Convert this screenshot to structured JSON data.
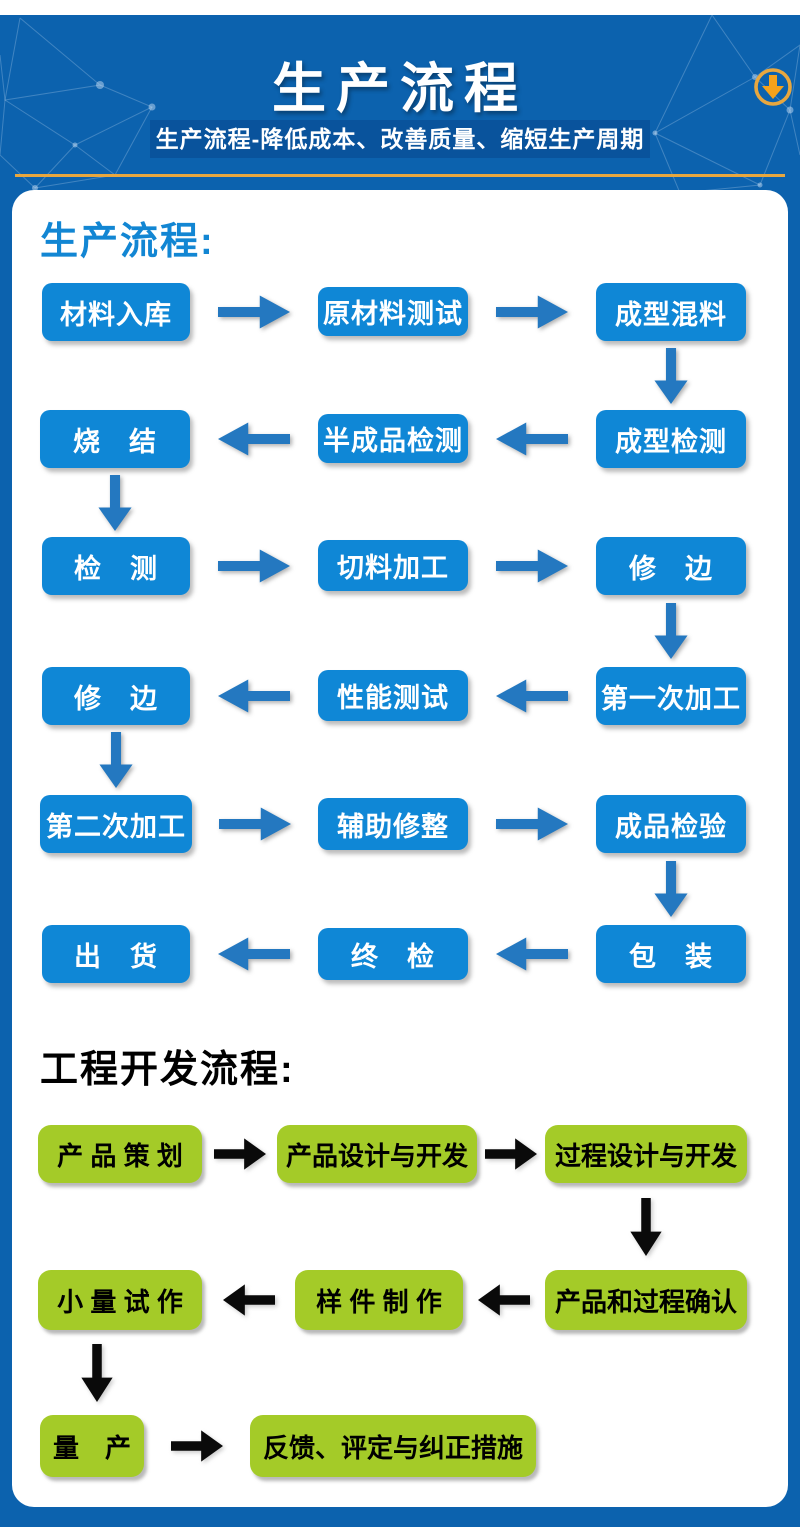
{
  "page": {
    "title": "生产流程",
    "subtitle": "生产流程-降低成本、改善质量、缩短生产周期",
    "icons": {
      "download_icon": "circle-down-arrow"
    },
    "colors": {
      "header_bg": "#0C62AE",
      "subtitle_band": "#09539C",
      "gold_accent": "#E8A73F",
      "card_bg": "#FFFFFF",
      "blue_heading": "#1286D3",
      "blue_box": "#0F87D6",
      "blue_arrow": "#2478C0",
      "green_box": "#A4CB28",
      "black_arrow": "#0A0A0A"
    }
  },
  "production_flow": {
    "heading": "生产流程:",
    "rows": [
      {
        "direction": "right",
        "boxes": [
          "材料入库",
          "原材料测试",
          "成型混料"
        ]
      },
      {
        "direction": "left",
        "boxes": [
          "烧　结",
          "半成品检测",
          "成型检测"
        ]
      },
      {
        "direction": "right",
        "boxes": [
          "检　测",
          "切料加工",
          "修　边"
        ]
      },
      {
        "direction": "left",
        "boxes": [
          "修　边",
          "性能测试",
          "第一次加工"
        ]
      },
      {
        "direction": "right",
        "boxes": [
          "第二次加工",
          "辅助修整",
          "成品检验"
        ]
      },
      {
        "direction": "left",
        "boxes": [
          "出　货",
          "终　检",
          "包　装"
        ]
      }
    ]
  },
  "engineering_flow": {
    "heading": "工程开发流程:",
    "rows": [
      {
        "direction": "right",
        "boxes": [
          "产 品 策 划",
          "产品设计与开发",
          "过程设计与开发"
        ]
      },
      {
        "direction": "left",
        "boxes": [
          "小 量 试 作",
          "样 件 制 作",
          "产品和过程确认"
        ]
      },
      {
        "direction": "right",
        "boxes": [
          "量　产",
          "反馈、评定与纠正措施"
        ]
      }
    ]
  }
}
